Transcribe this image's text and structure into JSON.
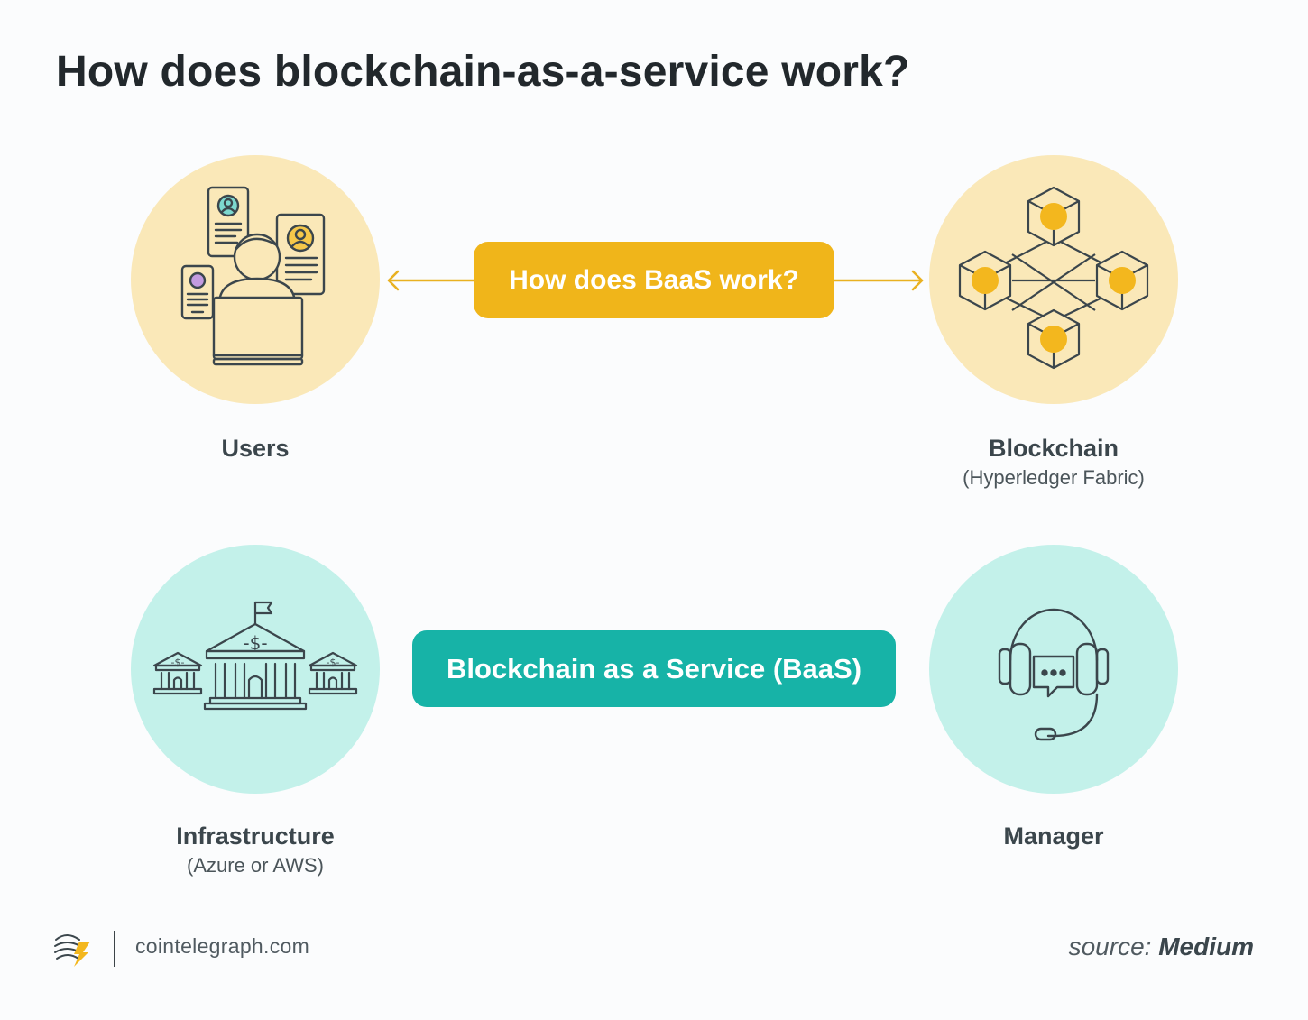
{
  "title": "How does blockchain-as-a-service work?",
  "nodes": {
    "users": {
      "label": "Users",
      "icon": "users-devices-icon"
    },
    "blockchain": {
      "label": "Blockchain",
      "sublabel": "(Hyperledger Fabric)",
      "icon": "blockchain-network-icon"
    },
    "infrastructure": {
      "label": "Infrastructure",
      "sublabel": "(Azure or AWS)",
      "icon": "bank-buildings-icon"
    },
    "manager": {
      "label": "Manager",
      "icon": "support-headset-icon"
    }
  },
  "center": {
    "question": "How does BaaS work?",
    "service": "Blockchain as a Service (BaaS)"
  },
  "footer": {
    "site": "cointelegraph.com",
    "source_prefix": "source:",
    "source_name": "Medium"
  },
  "colors": {
    "yellow_circle": "#fae8b8",
    "teal_circle": "#c3f1ea",
    "yellow_accent": "#f0b51a",
    "teal_accent": "#17b3a7",
    "line": "#3b464c"
  }
}
